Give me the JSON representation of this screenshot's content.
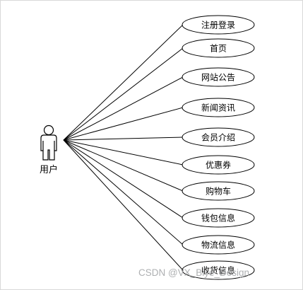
{
  "diagram": {
    "actor": {
      "label": "用户",
      "icon": "person-icon"
    },
    "use_cases": [
      "注册登录",
      "首页",
      "网站公告",
      "新闻资讯",
      "会员介绍",
      "优惠券",
      "购物车",
      "钱包信息",
      "物流信息",
      "收货信息"
    ]
  },
  "watermark": "CSDN @VX_Biye_Design"
}
